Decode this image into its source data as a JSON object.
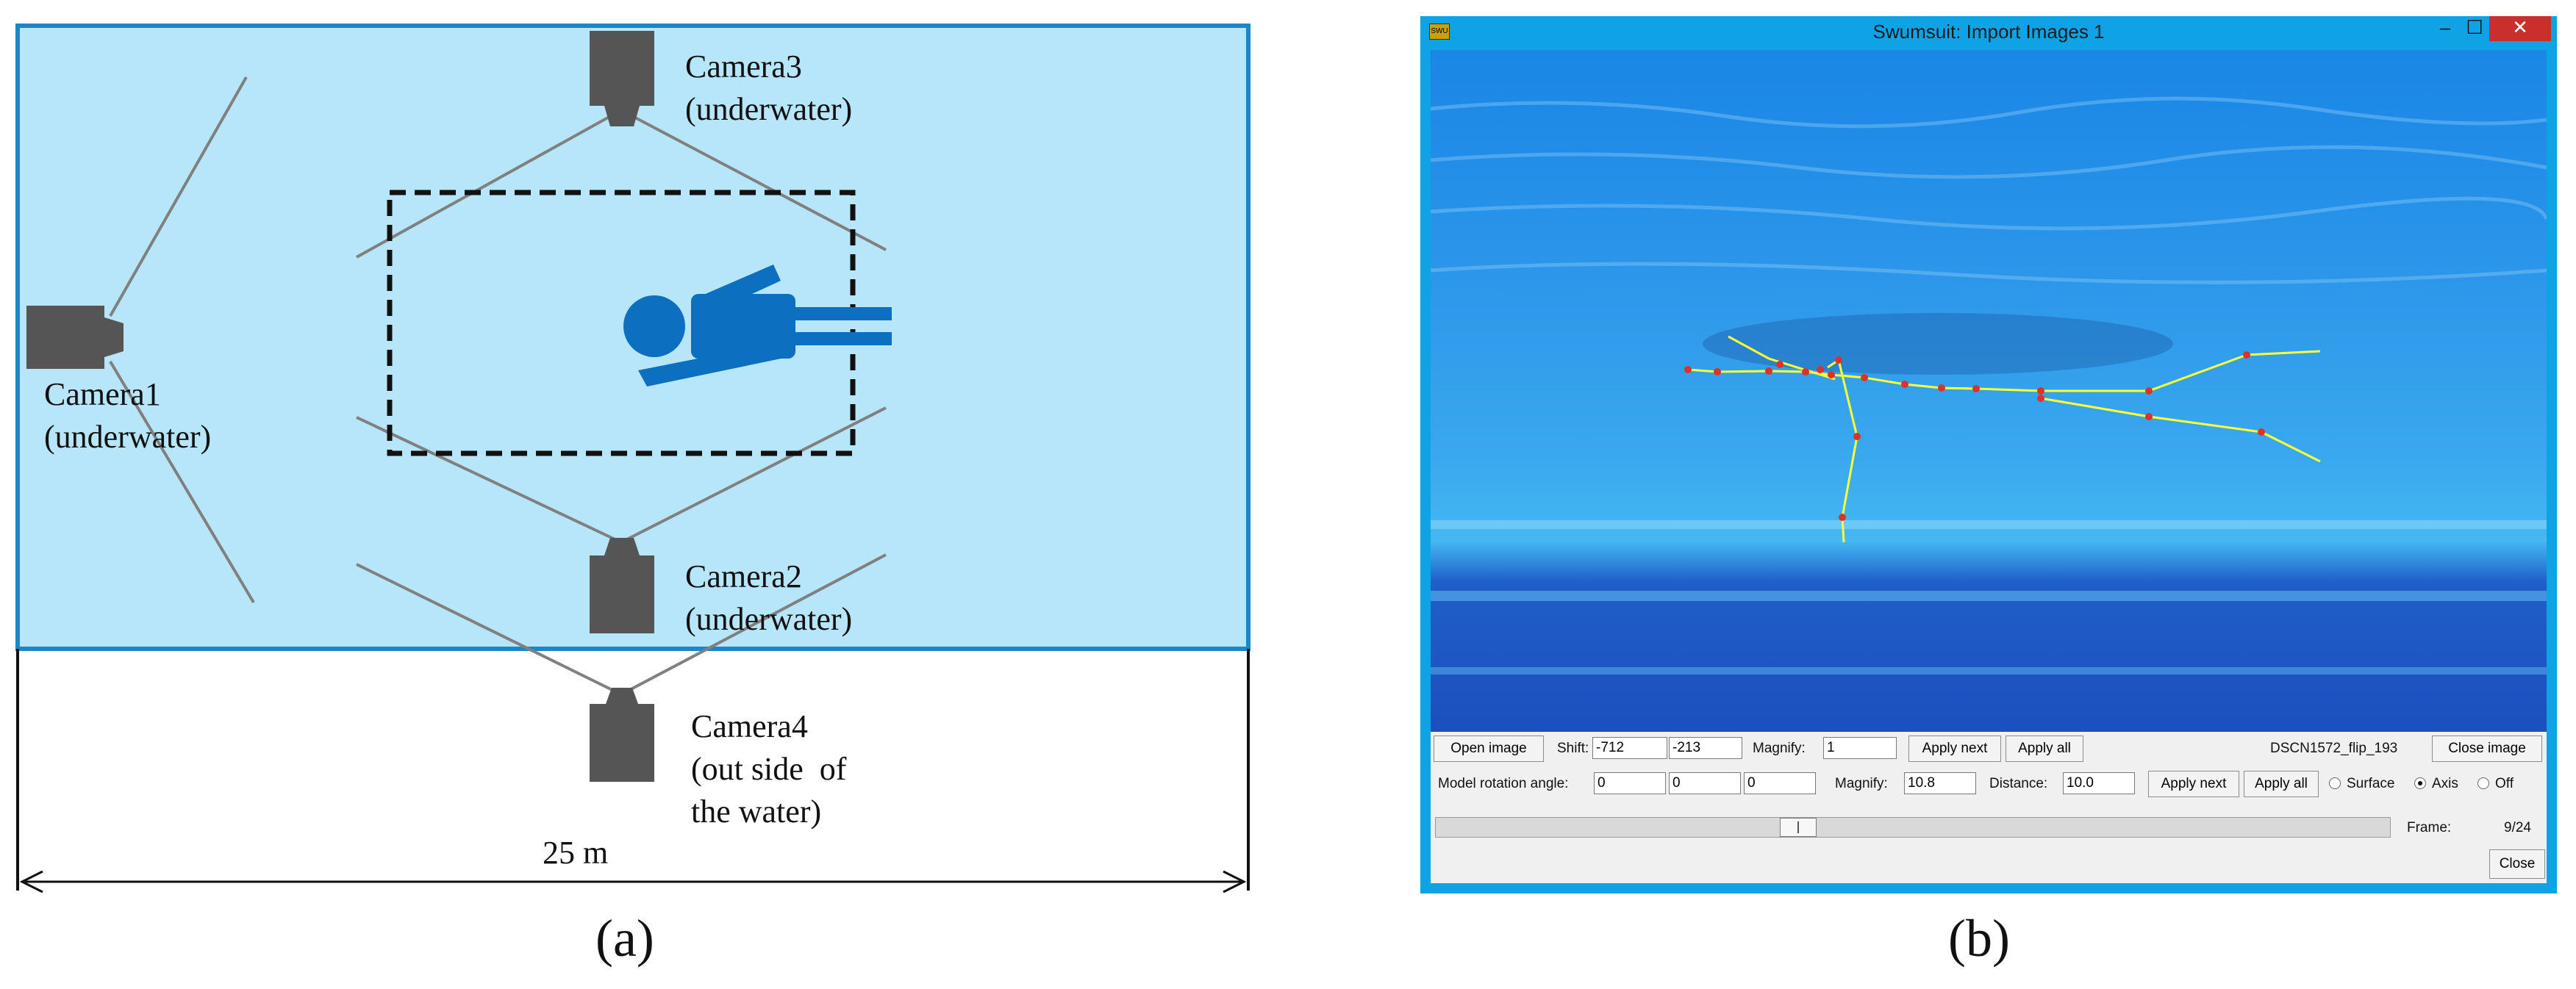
{
  "panel_a": {
    "camera1": {
      "name": "Camera1",
      "note": "(underwater)"
    },
    "camera2": {
      "name": "Camera2",
      "note": "(underwater)"
    },
    "camera3": {
      "name": "Camera3",
      "note": "(underwater)"
    },
    "camera4": {
      "name": "Camera4",
      "note_line1": "(out side  of",
      "note_line2": "the water)"
    },
    "distance_label": "25 m",
    "caption": "(a)",
    "colors": {
      "water": "#b7e6fb",
      "water_border": "#1b86c8",
      "camera": "#555555",
      "swimmer": "#0c6fc0"
    }
  },
  "panel_b": {
    "caption": "(b)",
    "window": {
      "title": "Swumsuit: Import Images 1",
      "icon_text": "SWU",
      "minimize": "–",
      "maximize": "☐",
      "close": "✕"
    },
    "row1": {
      "open_image": "Open image",
      "shift_label": "Shift:",
      "shift_x": "-712",
      "shift_y": "-213",
      "magnify_label": "Magnify:",
      "magnify_value": "1",
      "apply_next": "Apply next",
      "apply_all": "Apply all",
      "file_name": "DSCN1572_flip_193",
      "close_image": "Close image"
    },
    "row2": {
      "rotation_label": "Model rotation angle:",
      "rot_x": "0",
      "rot_y": "0",
      "rot_z": "0",
      "magnify_label": "Magnify:",
      "magnify_value": "10.8",
      "distance_label": "Distance:",
      "distance_value": "10.0",
      "apply_next": "Apply next",
      "apply_all": "Apply all",
      "radio_surface": "Surface",
      "radio_axis": "Axis",
      "radio_off": "Off",
      "selected_mode": "Axis"
    },
    "row3": {
      "frame_label": "Frame:",
      "frame_value": "9/24",
      "frame_fraction": 0.375
    },
    "close_button": "Close",
    "colors": {
      "window": "#0fa3e6",
      "close_red": "#c9302c",
      "skeleton": "#ffff33",
      "joints": "#e0302a"
    }
  }
}
